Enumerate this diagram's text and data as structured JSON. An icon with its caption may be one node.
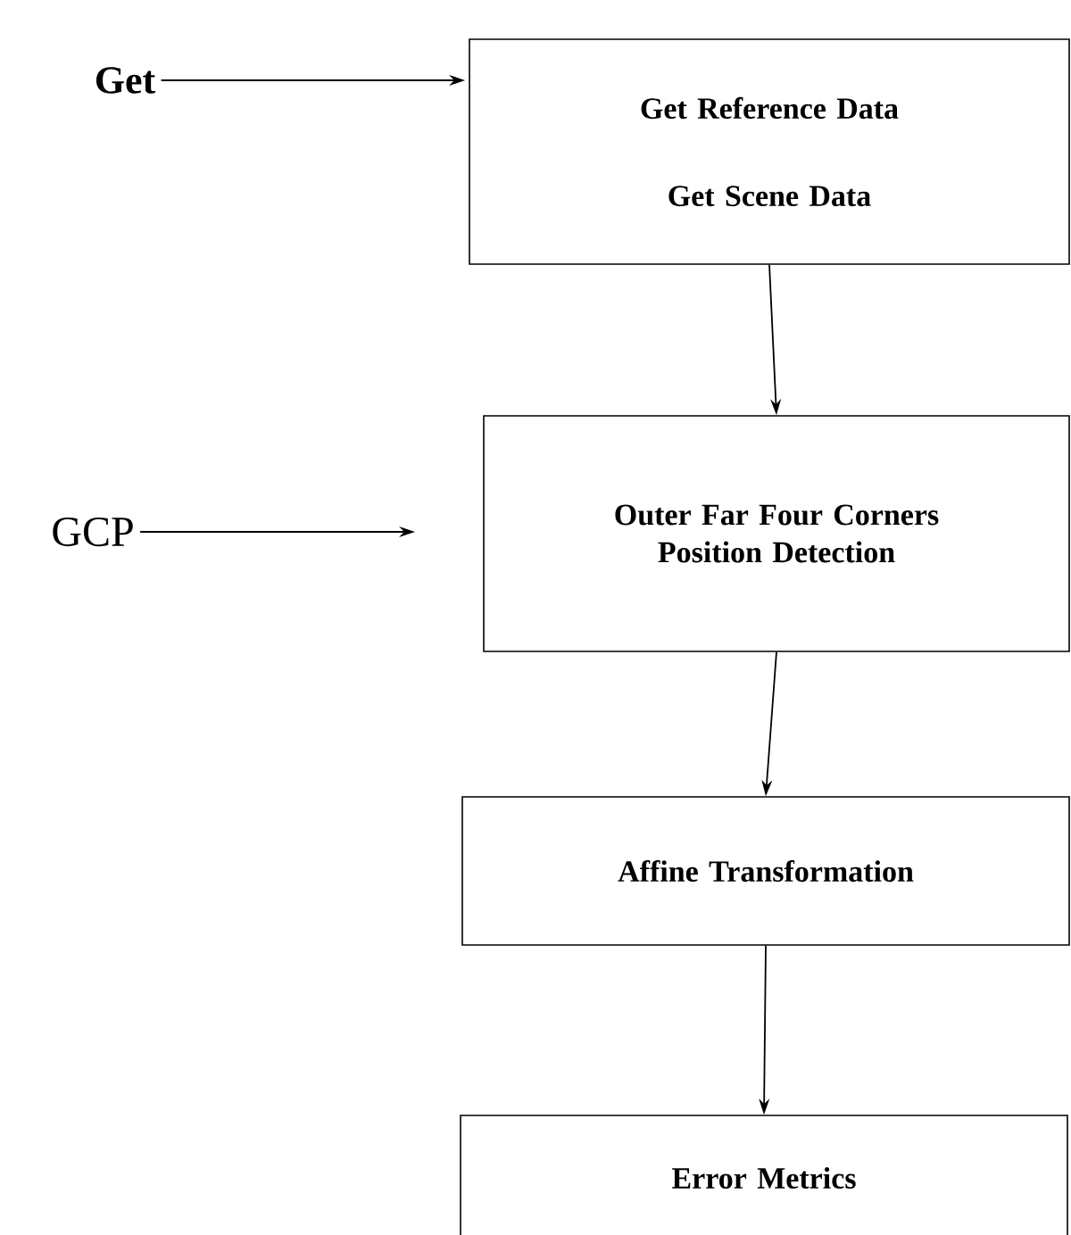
{
  "diagram": {
    "nodes": [
      {
        "text": [
          "Get"
        ]
      },
      {
        "text": [
          "Get Reference Data",
          "Get Scene Data"
        ]
      },
      {
        "text": [
          "GCP"
        ]
      },
      {
        "text": [
          "Outer Far Four Corners Position Detection"
        ]
      },
      {
        "text": [
          "Affine Transformation"
        ]
      },
      {
        "text": [
          "Error Metrics"
        ]
      }
    ],
    "edges": [
      {
        "from": 0,
        "to": 1,
        "arrow": "to"
      },
      {
        "from": 1,
        "to": 3,
        "arrow": "to"
      },
      {
        "from": 2,
        "to": 3,
        "arrow": "to"
      },
      {
        "from": 3,
        "to": 4,
        "arrow": "to"
      },
      {
        "from": 4,
        "to": 5,
        "arrow": "to"
      }
    ]
  }
}
